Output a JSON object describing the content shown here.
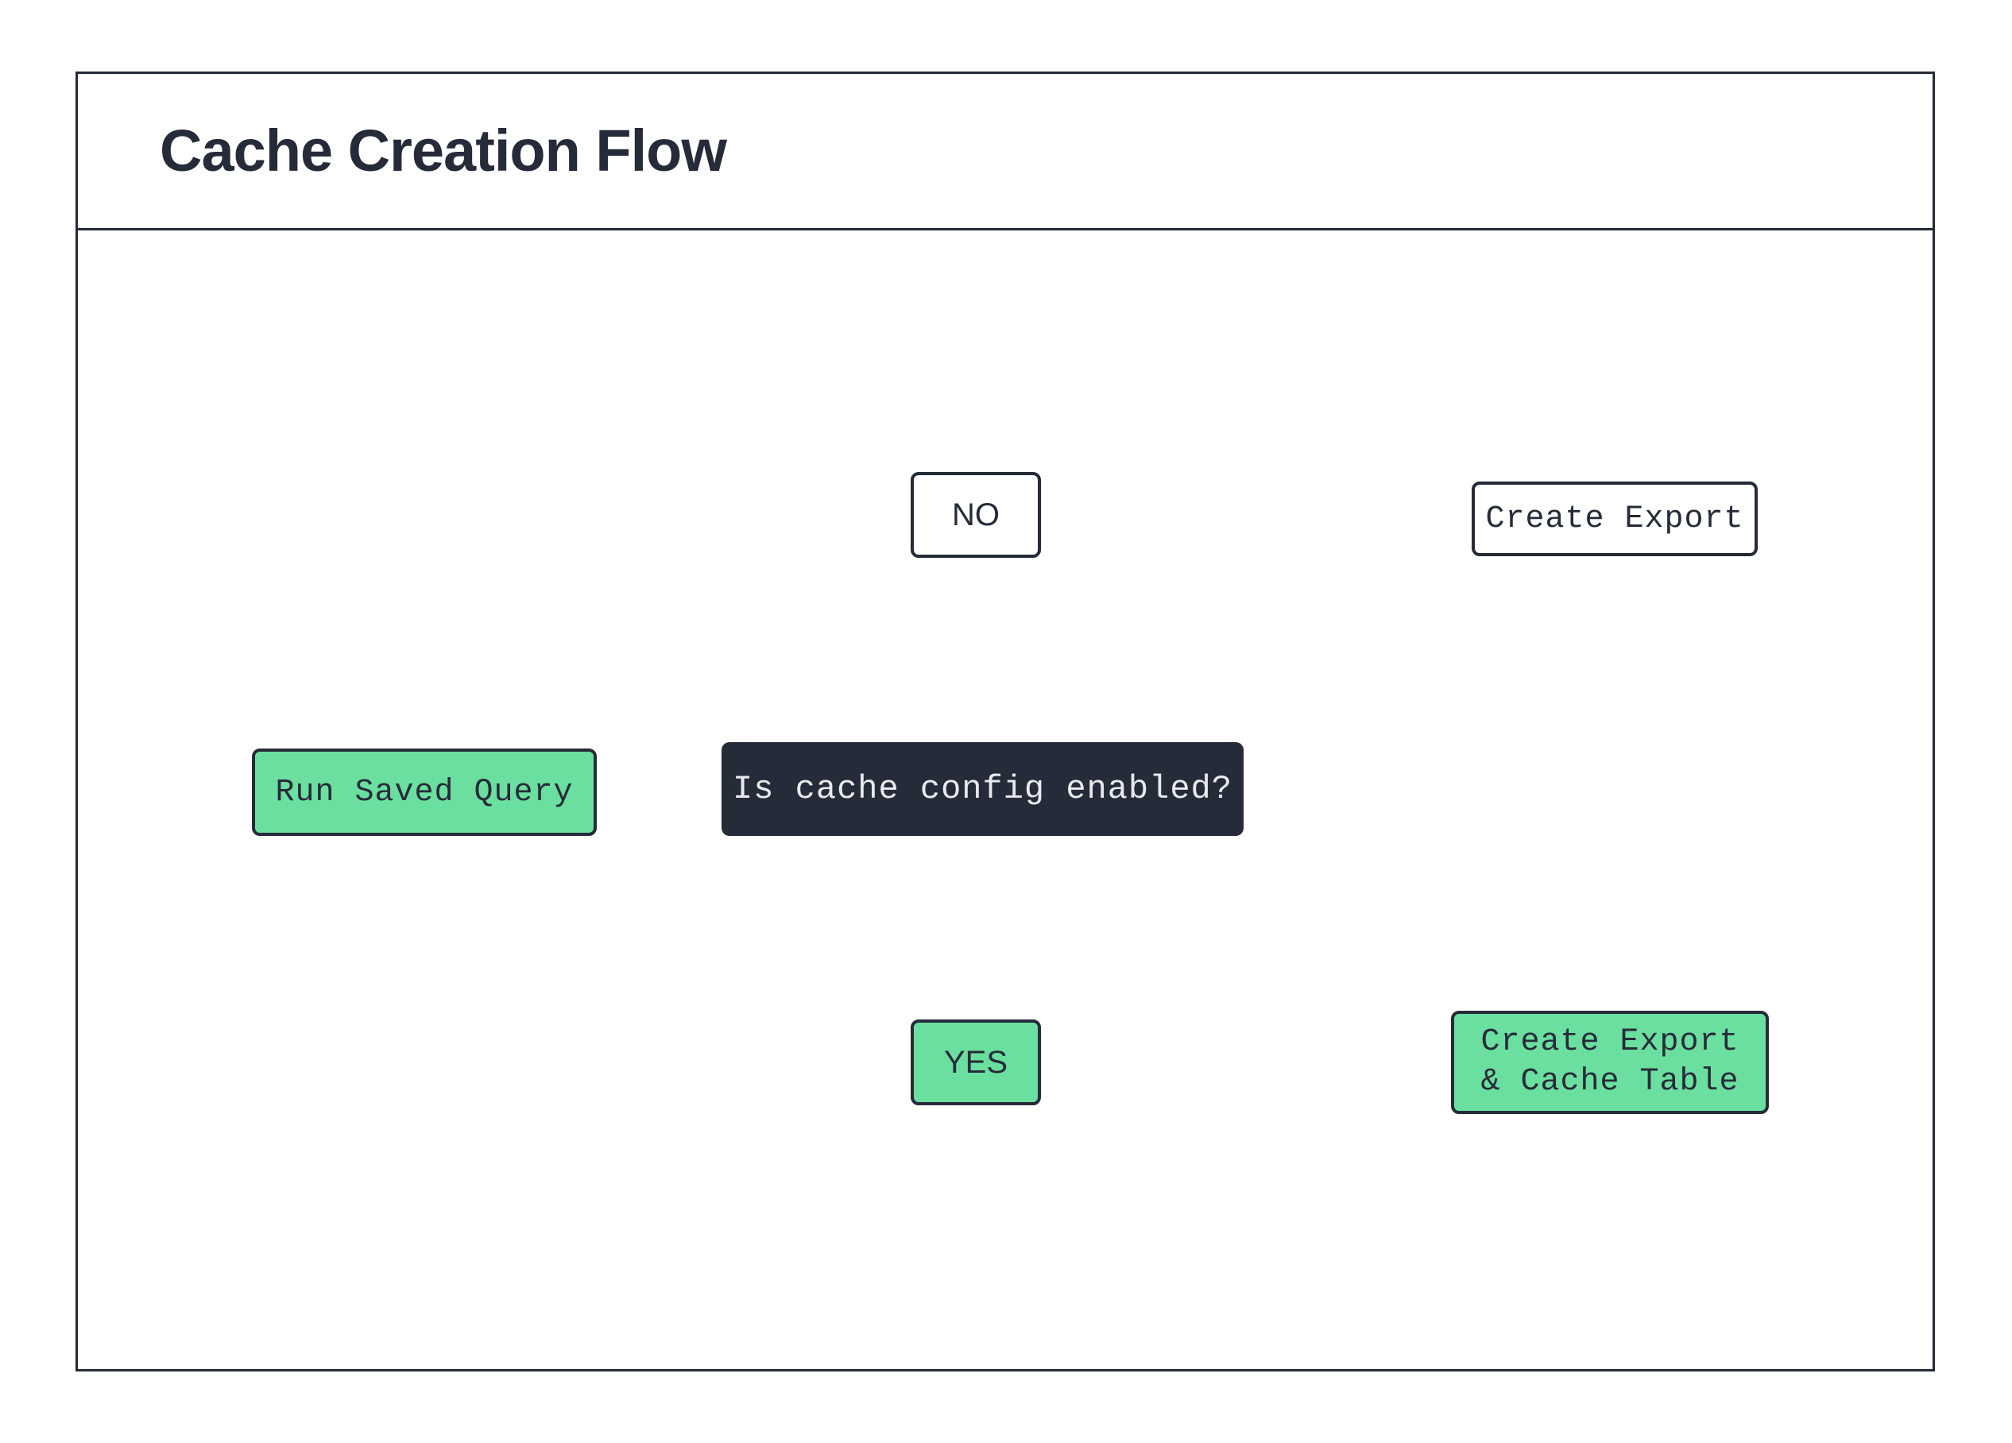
{
  "diagram": {
    "title": "Cache Creation Flow",
    "type": "flowchart",
    "direction": "left-to-right",
    "colors": {
      "ink": "#262b39",
      "accent_green": "#6bdfa0",
      "edge": "#000000",
      "surface": "#ffffff",
      "dark_text": "#e8eaef"
    },
    "nodes": [
      {
        "id": "run-saved-query",
        "label": "Run Saved Query",
        "shape": "rounded-rect",
        "fill": "#6bdfa0",
        "text_color": "#262b39"
      },
      {
        "id": "decision",
        "label": "Is cache config enabled?",
        "shape": "rounded-rect",
        "fill": "#262b39",
        "text_color": "#e8eaef"
      },
      {
        "id": "branch-no",
        "label": "NO",
        "shape": "rounded-rect",
        "fill": "#ffffff",
        "text_color": "#262b39"
      },
      {
        "id": "branch-yes",
        "label": "YES",
        "shape": "rounded-rect",
        "fill": "#6bdfa0",
        "text_color": "#262b39"
      },
      {
        "id": "db-create-export",
        "label": "Create Export",
        "shape": "database-cylinder",
        "fill": "#ffffff",
        "text_color": "#262b39"
      },
      {
        "id": "db-create-export-cache-table",
        "label_line_1": "Create Export",
        "label_line_2": "& Cache Table",
        "shape": "database-cylinder",
        "fill": "#6bdfa0",
        "text_color": "#262b39"
      }
    ],
    "edges": [
      {
        "from": "run-saved-query",
        "to": "decision",
        "label": ""
      },
      {
        "from": "decision",
        "to": "branch-no",
        "label": "NO"
      },
      {
        "from": "decision",
        "to": "branch-yes",
        "label": "YES"
      },
      {
        "from": "branch-no",
        "to": "db-create-export",
        "label": ""
      },
      {
        "from": "branch-yes",
        "to": "db-create-export-cache-table",
        "label": ""
      }
    ]
  }
}
